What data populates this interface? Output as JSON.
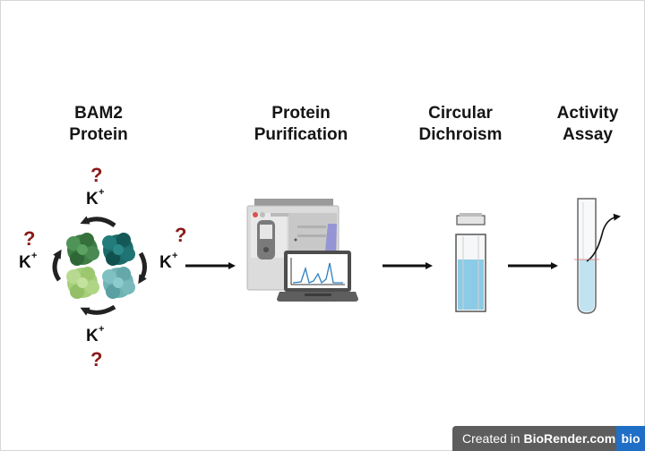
{
  "steps": [
    {
      "line1": "BAM2",
      "line2": "Protein"
    },
    {
      "line1": "Protein",
      "line2": "Purification"
    },
    {
      "line1": "Circular",
      "line2": "Dichroism"
    },
    {
      "line1": "Activity",
      "line2": "Assay"
    }
  ],
  "ion_label": "K",
  "ion_charge": "+",
  "unknown_mark": "?",
  "colors": {
    "unknown": "#8b1a1a",
    "subunit_dark_green": "#3e7d45",
    "subunit_teal": "#1b6b6a",
    "subunit_light_green": "#a6cf7a",
    "subunit_light_teal": "#6fb3b5",
    "liquid": "#8ccbe6"
  },
  "footer": {
    "prefix": "Created in ",
    "brand": "BioRender.com",
    "logo": "bio"
  }
}
